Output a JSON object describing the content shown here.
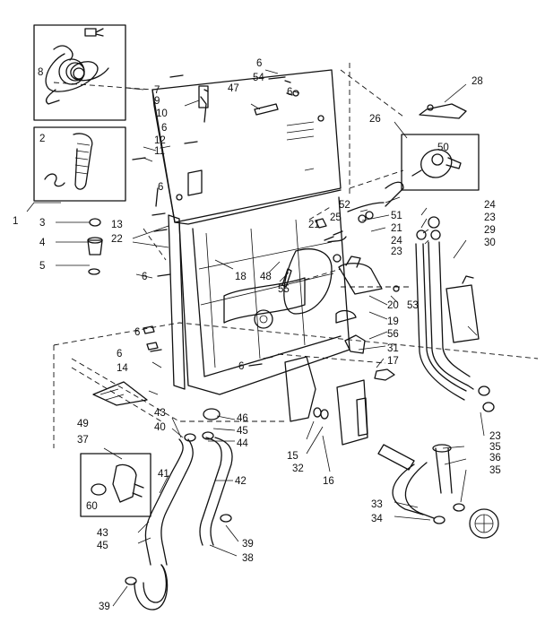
{
  "diagram": {
    "callouts": [
      {
        "id": "c8",
        "text": "8"
      },
      {
        "id": "c2",
        "text": "2"
      },
      {
        "id": "c1",
        "text": "1"
      },
      {
        "id": "c3",
        "text": "3"
      },
      {
        "id": "c4",
        "text": "4"
      },
      {
        "id": "c5",
        "text": "5"
      },
      {
        "id": "c7",
        "text": "7"
      },
      {
        "id": "c9",
        "text": "9"
      },
      {
        "id": "c10",
        "text": "10"
      },
      {
        "id": "c6a",
        "text": "6"
      },
      {
        "id": "c12",
        "text": "12"
      },
      {
        "id": "c11",
        "text": "11"
      },
      {
        "id": "c6b",
        "text": "6"
      },
      {
        "id": "c13",
        "text": "13"
      },
      {
        "id": "c22",
        "text": "22"
      },
      {
        "id": "c6c",
        "text": "6"
      },
      {
        "id": "c6d",
        "text": "6"
      },
      {
        "id": "c54",
        "text": "54"
      },
      {
        "id": "c47",
        "text": "47"
      },
      {
        "id": "c6e",
        "text": "6"
      },
      {
        "id": "c28",
        "text": "28"
      },
      {
        "id": "c26",
        "text": "26"
      },
      {
        "id": "c50",
        "text": "50"
      },
      {
        "id": "c52",
        "text": "52"
      },
      {
        "id": "c25",
        "text": "25"
      },
      {
        "id": "c21a",
        "text": "21"
      },
      {
        "id": "c51",
        "text": "51"
      },
      {
        "id": "c21b",
        "text": "21"
      },
      {
        "id": "c24a",
        "text": "24"
      },
      {
        "id": "c23a",
        "text": "23"
      },
      {
        "id": "c24b",
        "text": "24"
      },
      {
        "id": "c23b",
        "text": "23"
      },
      {
        "id": "c29",
        "text": "29"
      },
      {
        "id": "c30",
        "text": "30"
      },
      {
        "id": "c18",
        "text": "18"
      },
      {
        "id": "c48",
        "text": "48"
      },
      {
        "id": "c55",
        "text": "55"
      },
      {
        "id": "c20",
        "text": "20"
      },
      {
        "id": "c53",
        "text": "53"
      },
      {
        "id": "c19",
        "text": "19"
      },
      {
        "id": "c56",
        "text": "56"
      },
      {
        "id": "c31",
        "text": "31"
      },
      {
        "id": "c17",
        "text": "17"
      },
      {
        "id": "c6f",
        "text": "6"
      },
      {
        "id": "c6g",
        "text": "6"
      },
      {
        "id": "c6h",
        "text": "6"
      },
      {
        "id": "c14",
        "text": "14"
      },
      {
        "id": "c49",
        "text": "49"
      },
      {
        "id": "c43a",
        "text": "43"
      },
      {
        "id": "c40",
        "text": "40"
      },
      {
        "id": "c46",
        "text": "46"
      },
      {
        "id": "c45a",
        "text": "45"
      },
      {
        "id": "c44",
        "text": "44"
      },
      {
        "id": "c41",
        "text": "41"
      },
      {
        "id": "c42",
        "text": "42"
      },
      {
        "id": "c37",
        "text": "37"
      },
      {
        "id": "c60",
        "text": "60"
      },
      {
        "id": "c15",
        "text": "15"
      },
      {
        "id": "c32",
        "text": "32"
      },
      {
        "id": "c16",
        "text": "16"
      },
      {
        "id": "c23c",
        "text": "23"
      },
      {
        "id": "c35a",
        "text": "35"
      },
      {
        "id": "c36",
        "text": "36"
      },
      {
        "id": "c35b",
        "text": "35"
      },
      {
        "id": "c33",
        "text": "33"
      },
      {
        "id": "c34",
        "text": "34"
      },
      {
        "id": "c43b",
        "text": "43"
      },
      {
        "id": "c45b",
        "text": "45"
      },
      {
        "id": "c39a",
        "text": "39"
      },
      {
        "id": "c38",
        "text": "38"
      },
      {
        "id": "c39b",
        "text": "39"
      }
    ]
  }
}
